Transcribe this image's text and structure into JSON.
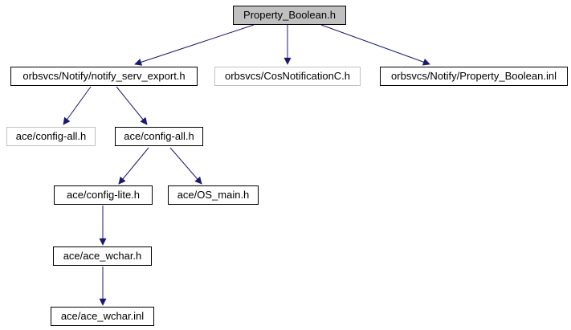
{
  "diagram": {
    "type": "include-dependency-graph",
    "colors": {
      "edge": "#191970",
      "root_node_fill": "#c0c0c0",
      "node_fill": "#ffffff",
      "node_border": "#000000",
      "grayed_node_border": "#c0c0c0",
      "text": "#000000",
      "background": "#ffffff"
    },
    "nodes": {
      "property_boolean_h": {
        "label": "Property_Boolean.h"
      },
      "notify_serv_export_h": {
        "label": "orbsvcs/Notify/notify_serv_export.h"
      },
      "cos_notification_c_h": {
        "label": "orbsvcs/CosNotificationC.h"
      },
      "property_boolean_inl": {
        "label": "orbsvcs/Notify/Property_Boolean.inl"
      },
      "config_all_h_grayed": {
        "label": "ace/config-all.h"
      },
      "config_all_h": {
        "label": "ace/config-all.h"
      },
      "config_lite_h": {
        "label": "ace/config-lite.h"
      },
      "os_main_h": {
        "label": "ace/OS_main.h"
      },
      "ace_wchar_h": {
        "label": "ace/ace_wchar.h"
      },
      "ace_wchar_inl": {
        "label": "ace/ace_wchar.inl"
      }
    },
    "edges": [
      {
        "from": "property_boolean_h",
        "to": "notify_serv_export_h"
      },
      {
        "from": "property_boolean_h",
        "to": "cos_notification_c_h"
      },
      {
        "from": "property_boolean_h",
        "to": "property_boolean_inl"
      },
      {
        "from": "notify_serv_export_h",
        "to": "config_all_h_grayed"
      },
      {
        "from": "notify_serv_export_h",
        "to": "config_all_h"
      },
      {
        "from": "config_all_h",
        "to": "config_lite_h"
      },
      {
        "from": "config_all_h",
        "to": "os_main_h"
      },
      {
        "from": "config_lite_h",
        "to": "ace_wchar_h"
      },
      {
        "from": "ace_wchar_h",
        "to": "ace_wchar_inl"
      }
    ]
  }
}
